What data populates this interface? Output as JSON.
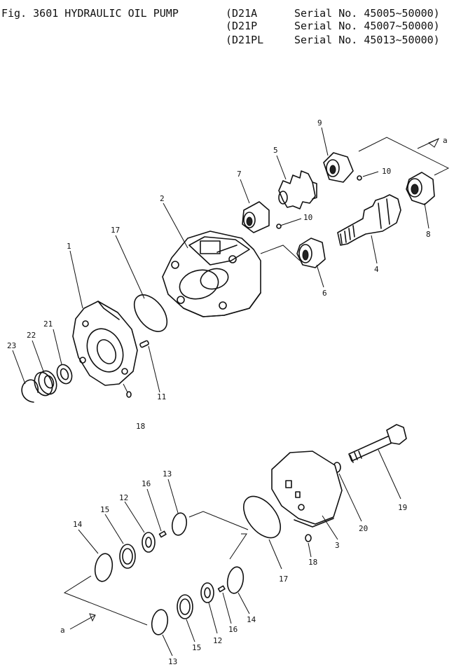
{
  "header": {
    "figure_title": "Fig. 3601 HYDRAULIC OIL PUMP",
    "models": [
      {
        "model": "(D21A",
        "serial": "Serial No. 45005~50000)"
      },
      {
        "model": "(D21P",
        "serial": "Serial No. 45007~50000)"
      },
      {
        "model": "(D21PL",
        "serial": "Serial No. 45013~50000)"
      }
    ]
  },
  "callouts": {
    "c1": "1",
    "c2": "2",
    "c3": "3",
    "c4": "4",
    "c5": "5",
    "c6": "6",
    "c7": "7",
    "c8": "8",
    "c9": "9",
    "c10a": "10",
    "c10b": "10",
    "c11": "11",
    "c12a": "12",
    "c12b": "12",
    "c13a": "13",
    "c13b": "13",
    "c14a": "14",
    "c14b": "14",
    "c15a": "15",
    "c15b": "15",
    "c16a": "16",
    "c16b": "16",
    "c17a": "17",
    "c17b": "17",
    "c18a": "18",
    "c18b": "18",
    "c19": "19",
    "c20": "20",
    "c21": "21",
    "c22": "22",
    "c23": "23",
    "ca1": "a",
    "ca2": "a"
  }
}
